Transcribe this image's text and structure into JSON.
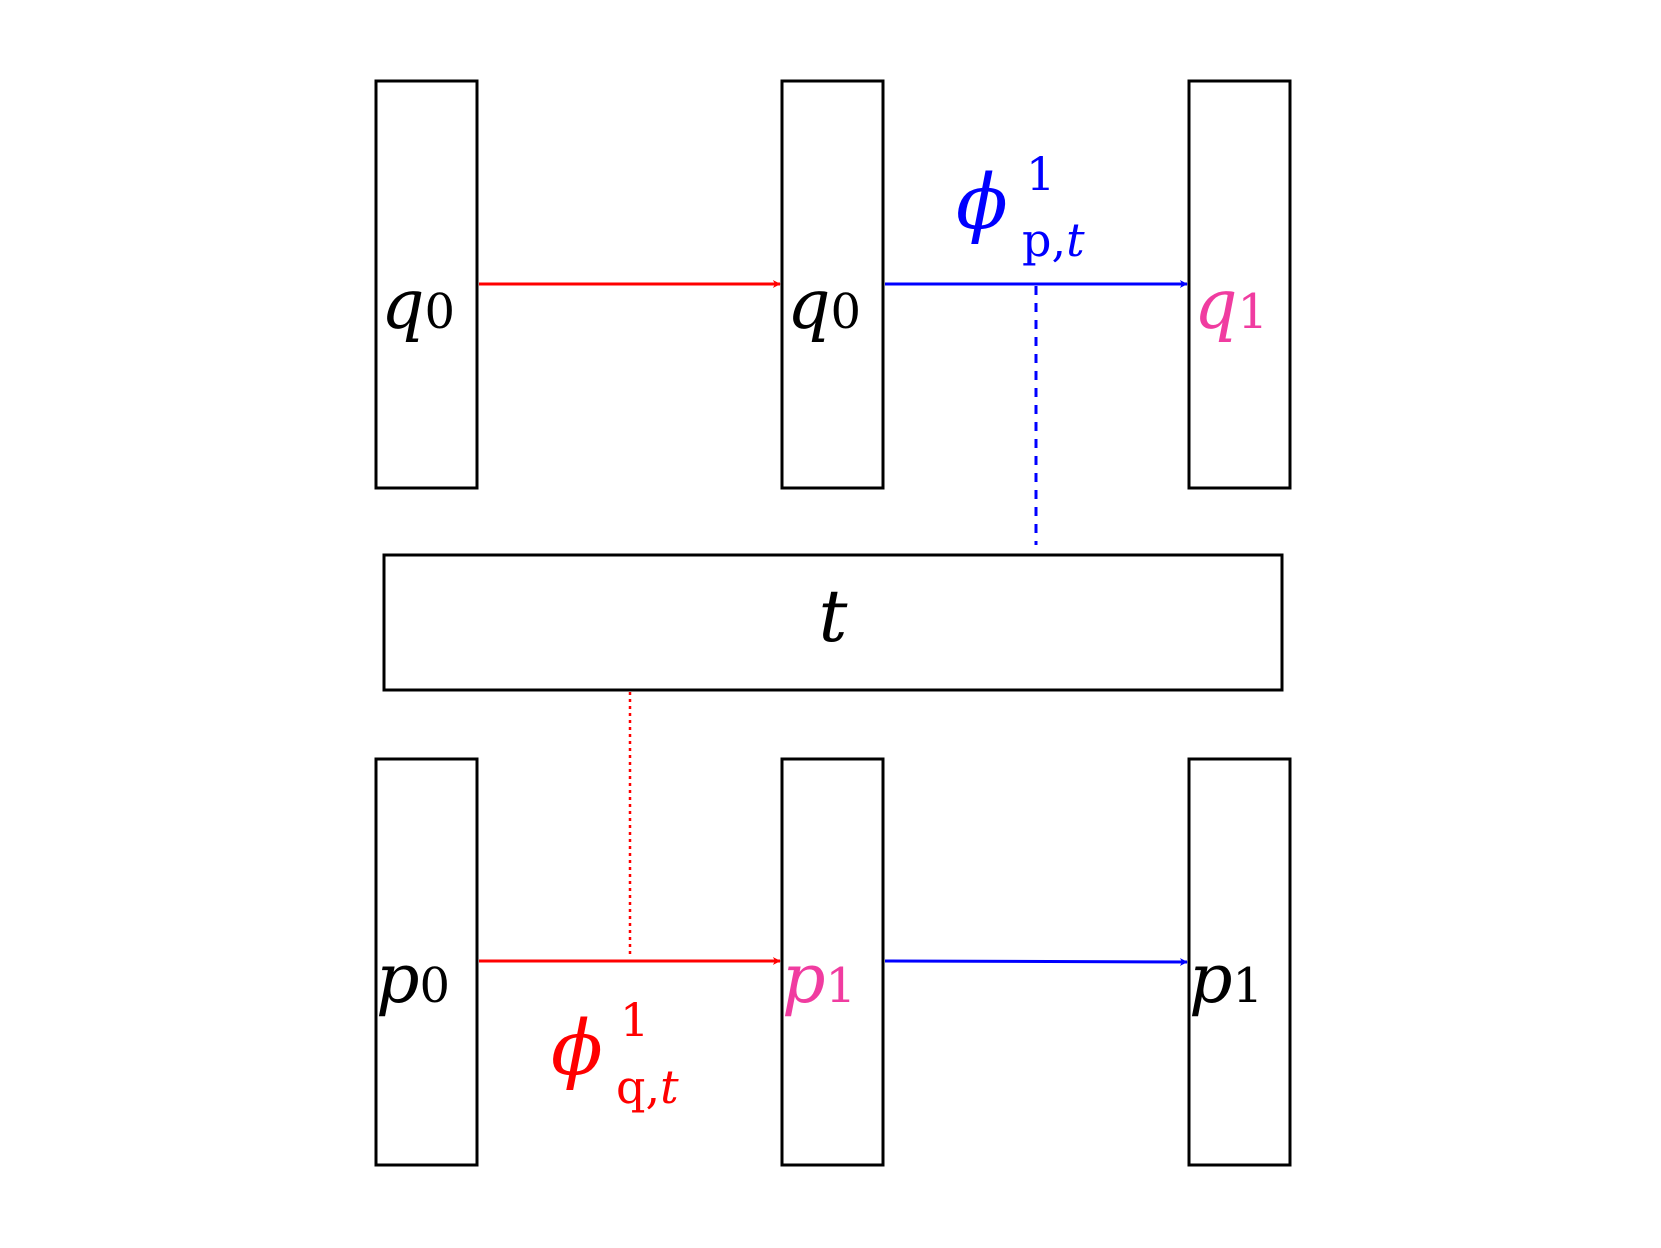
{
  "colors": {
    "black": "#000000",
    "red": "#ff0000",
    "blue": "#0000ff",
    "pink": "#f03ca0"
  },
  "top_row": [
    {
      "var": "q",
      "sub": "0"
    },
    {
      "var": "q",
      "sub": "0"
    },
    {
      "var": "q",
      "sub": "1"
    }
  ],
  "middle": {
    "label": "t"
  },
  "bottom_row": [
    {
      "var": "p",
      "sub": "0"
    },
    {
      "var": "p",
      "sub": "1"
    },
    {
      "var": "p",
      "sub": "1"
    }
  ],
  "phi_p": {
    "symbol": "ϕ",
    "sup": "1",
    "sub_main": "p,",
    "sub_var": "t"
  },
  "phi_q": {
    "symbol": "ϕ",
    "sup": "1",
    "sub_main": "q,",
    "sub_var": "t"
  }
}
